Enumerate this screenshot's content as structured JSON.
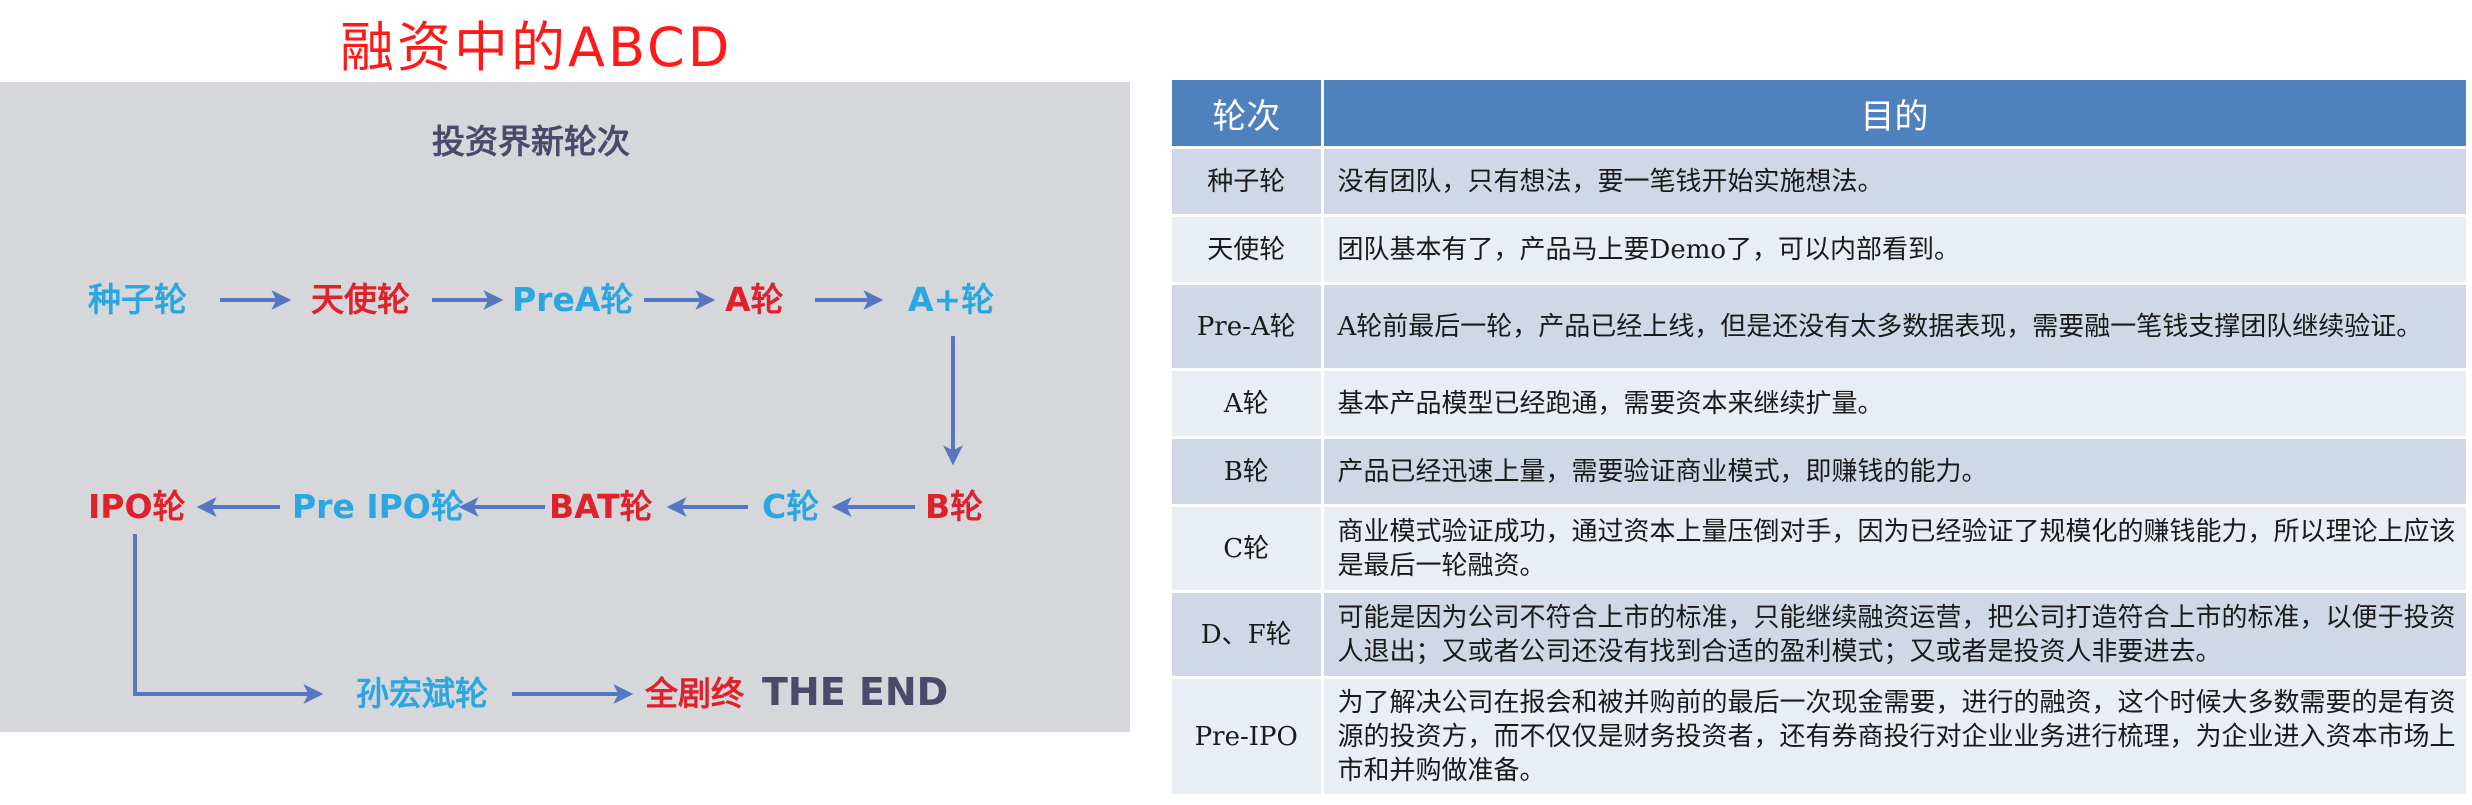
{
  "main_title": "融资中的ABCD",
  "diagram": {
    "title": "投资界新轮次",
    "nodes": {
      "seed": "种子轮",
      "angel": "天使轮",
      "prea": "PreA轮",
      "a": "A轮",
      "aplus": "A+轮",
      "b": "B轮",
      "c": "C轮",
      "bat": "BAT轮",
      "preipo": "Pre IPO轮",
      "ipo": "IPO轮",
      "sun": "孙宏斌轮",
      "finale": "全剧终",
      "the_end": "THE END"
    }
  },
  "table": {
    "headers": [
      "轮次",
      "目的"
    ],
    "rows": [
      {
        "round": "种子轮",
        "purpose": "没有团队，只有想法，要一笔钱开始实施想法。"
      },
      {
        "round": "天使轮",
        "purpose": "团队基本有了，产品马上要Demo了，可以内部看到。"
      },
      {
        "round": "Pre-A轮",
        "purpose": "A轮前最后一轮，产品已经上线，但是还没有太多数据表现，需要融一笔钱支撑团队继续验证。"
      },
      {
        "round": "A轮",
        "purpose": "基本产品模型已经跑通，需要资本来继续扩量。"
      },
      {
        "round": "B轮",
        "purpose": "产品已经迅速上量，需要验证商业模式，即赚钱的能力。"
      },
      {
        "round": "C轮",
        "purpose": "商业模式验证成功，通过资本上量压倒对手，因为已经验证了规模化的赚钱能力，所以理论上应该是最后一轮融资。"
      },
      {
        "round": "D、F轮",
        "purpose": "可能是因为公司不符合上市的标准，只能继续融资运营，把公司打造符合上市的标准，以便于投资人退出；又或者公司还没有找到合适的盈利模式；又或者是投资人非要进去。"
      },
      {
        "round": "Pre-IPO",
        "purpose": "为了解决公司在报会和被并购前的最后一次现金需要，进行的融资，这个时候大多数需要的是有资源的投资方，而不仅仅是财务投资者，还有券商投行对企业业务进行梳理，为企业进入资本市场上市和并购做准备。"
      }
    ]
  }
}
